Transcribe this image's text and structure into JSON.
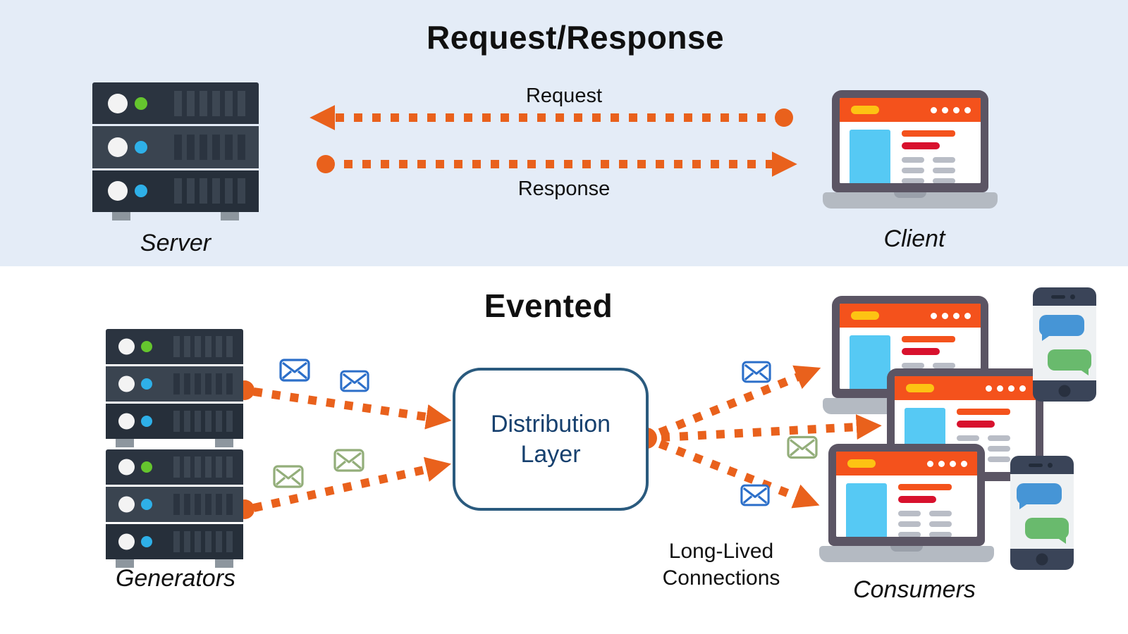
{
  "top_section": {
    "title": "Request/Response",
    "request_label": "Request",
    "response_label": "Response",
    "server_label": "Server",
    "client_label": "Client"
  },
  "bottom_section": {
    "title": "Evented",
    "generators_label": "Generators",
    "distribution_box": {
      "line1": "Distribution",
      "line2": "Layer"
    },
    "long_lived": {
      "line1": "Long-Lived",
      "line2": "Connections"
    },
    "consumers_label": "Consumers"
  },
  "colors": {
    "top_background": "#e4ecf7",
    "arrow_orange": "#e9611c",
    "laptop_header_orange": "#f4521c",
    "envelope_blue": "#2c6fc9",
    "envelope_green": "#93ae7a",
    "distribution_border": "#2a5a7e",
    "distribution_text": "#16406e",
    "chat_bubble_blue": "#4695d6",
    "chat_bubble_green": "#69ba6d"
  }
}
